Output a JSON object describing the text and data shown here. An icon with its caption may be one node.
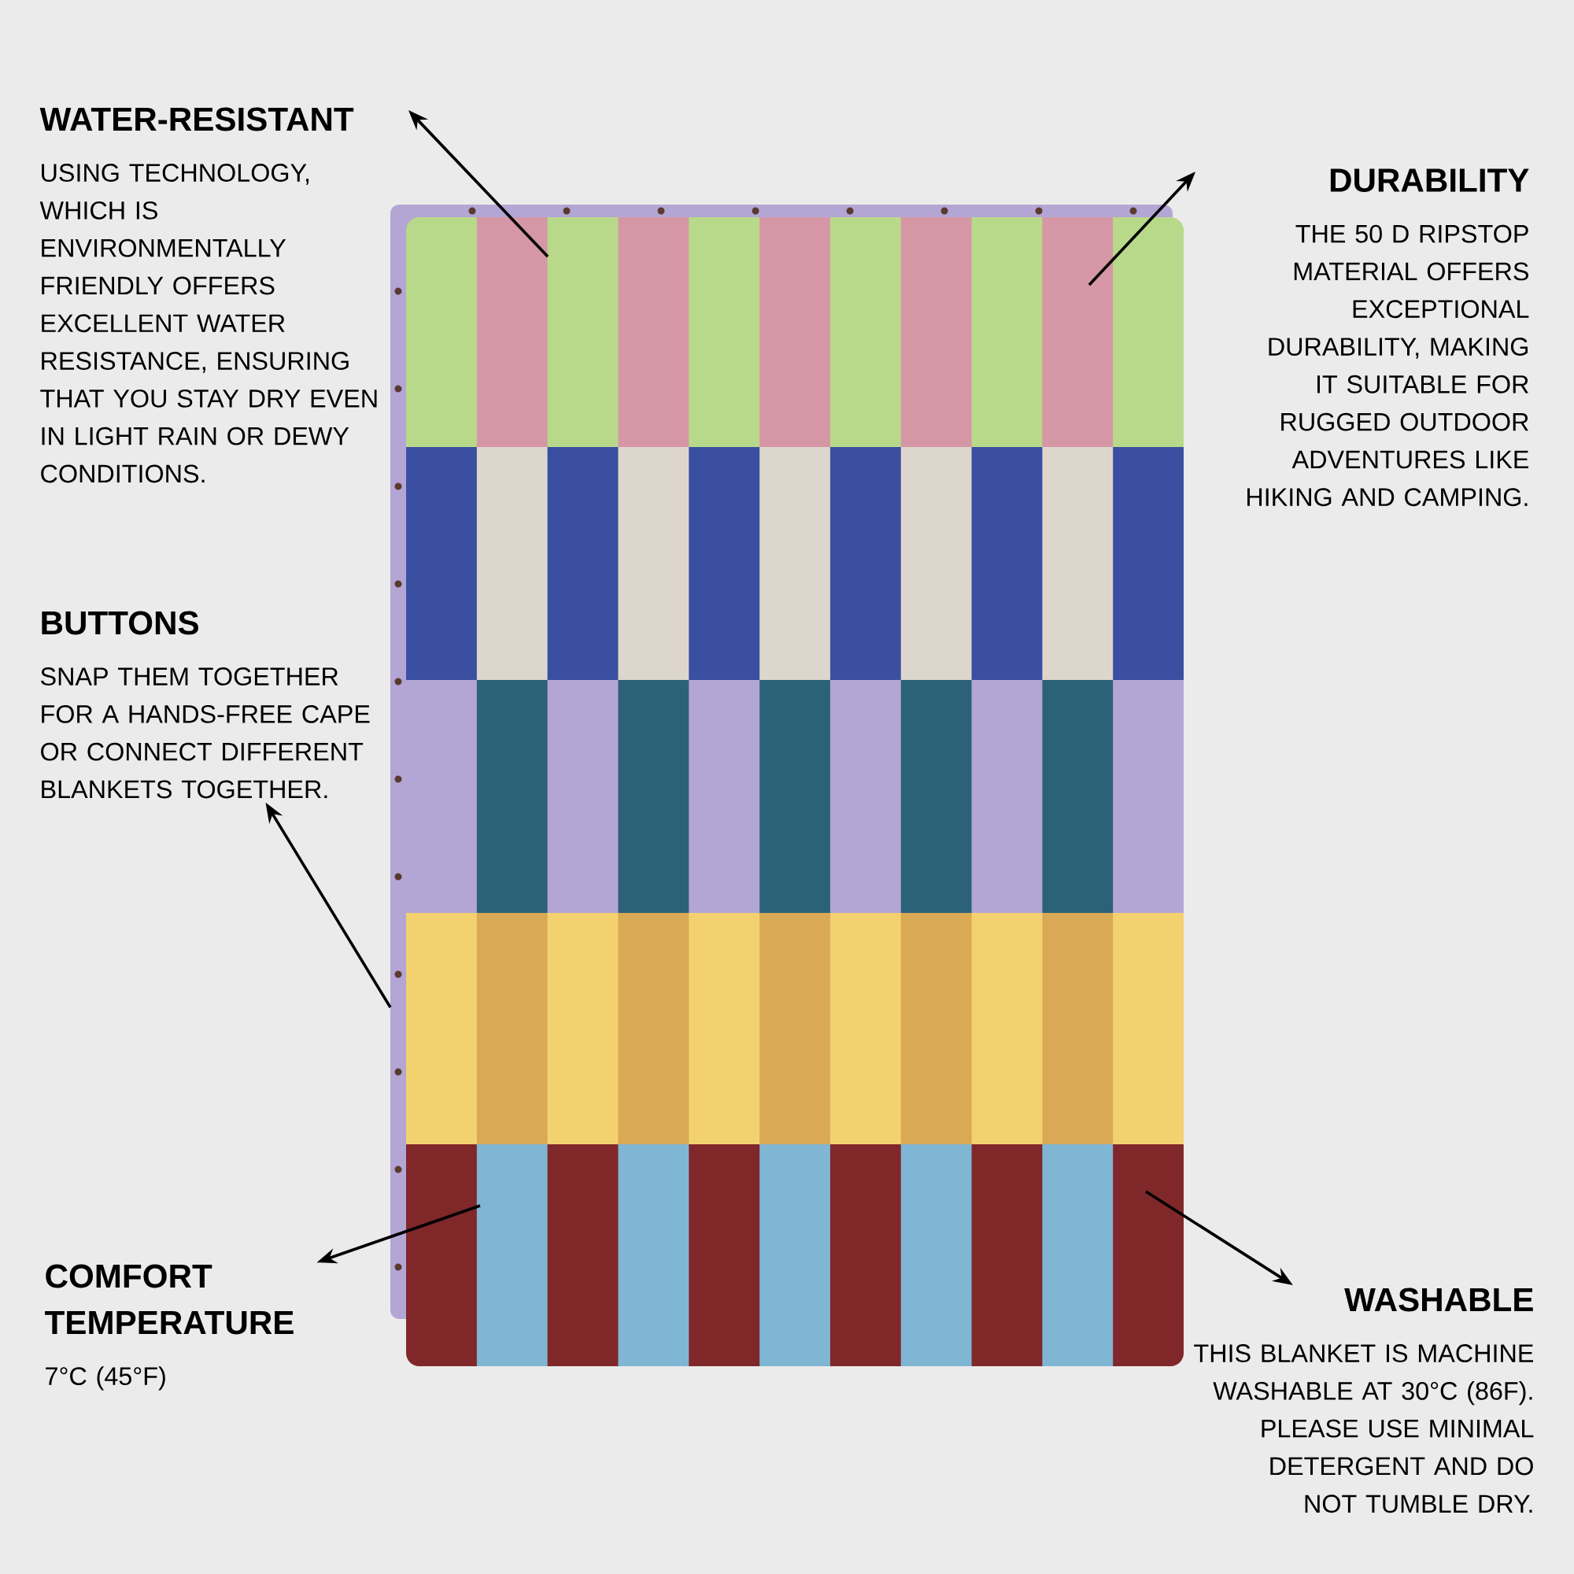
{
  "diagram": {
    "nodes": [
      {
        "text": [
          "WATER-RESISTANT",
          "USING TECHNOLOGY, WHICH IS ENVIRONMENTALLY FRIENDLY OFFERS EXCELLENT WATER RESISTANCE, ENSURING THAT YOU STAY DRY EVEN IN LIGHT RAIN OR DEWY CONDITIONS."
        ]
      },
      {
        "text": [
          "DURABILITY",
          "THE 50 D RIPSTOP MATERIAL OFFERS EXCEPTIONAL DURABILITY, MAKING IT SUITABLE FOR RUGGED OUTDOOR ADVENTURES LIKE HIKING AND CAMPING."
        ]
      },
      {
        "text": [
          "BUTTONS",
          "SNAP THEM TOGETHER FOR A HANDS-FREE CAPE OR CONNECT DIFFERENT BLANKETS TOGETHER."
        ]
      },
      {
        "text": [
          "COMFORT TEMPERATURE",
          "7°C (45°F)"
        ]
      },
      {
        "text": [
          "WASHABLE",
          "THIS BLANKET IS MACHINE WASHABLE AT 30°C (86F). PLEASE USE MINIMAL DETERGENT AND DO NOT TUMBLE DRY."
        ]
      }
    ],
    "edges": [
      {
        "from": null,
        "to": 0,
        "arrow": "to"
      },
      {
        "from": null,
        "to": 1,
        "arrow": "to"
      },
      {
        "from": null,
        "to": 2,
        "arrow": "to"
      },
      {
        "from": null,
        "to": 3,
        "arrow": "to"
      },
      {
        "from": null,
        "to": 4,
        "arrow": "to"
      }
    ]
  }
}
